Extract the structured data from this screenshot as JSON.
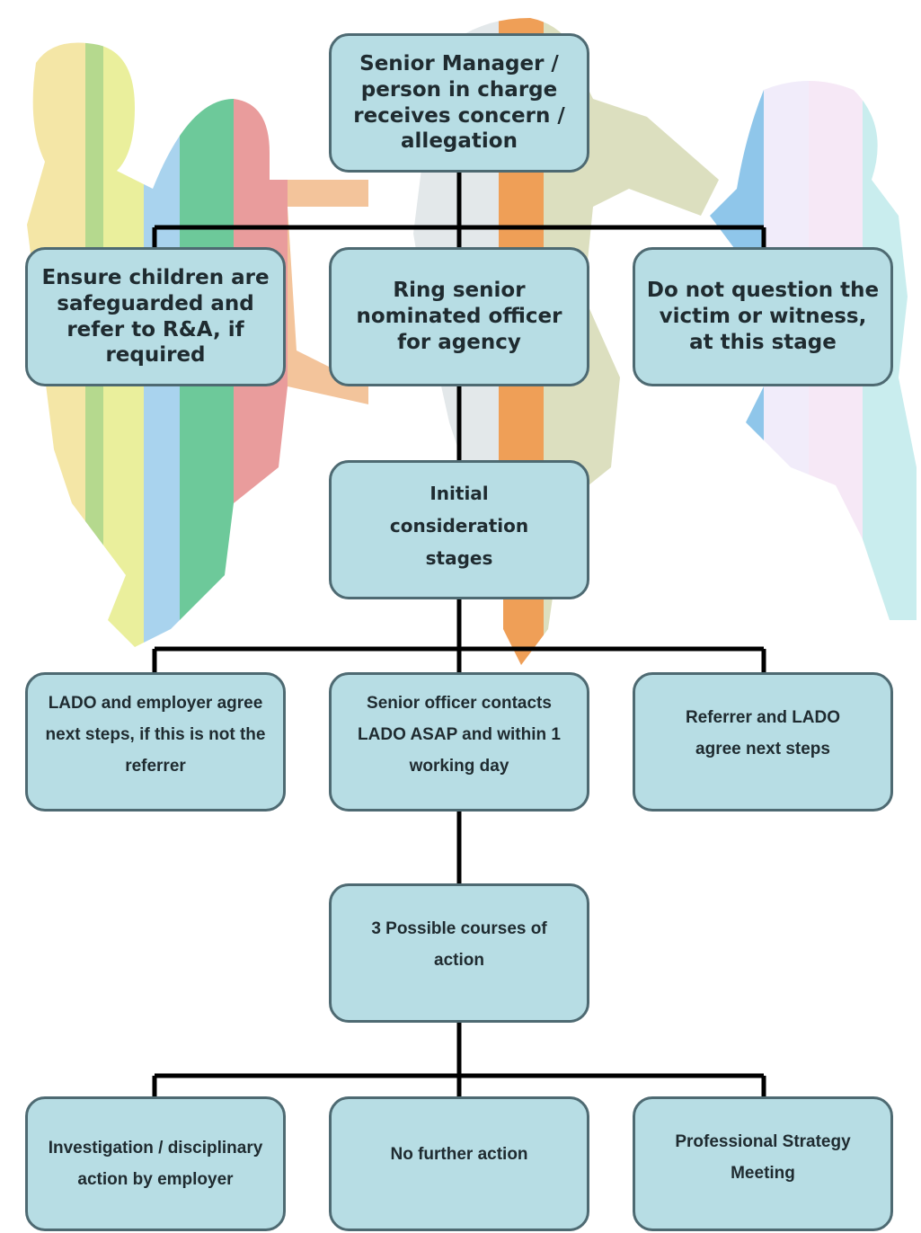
{
  "colors": {
    "box_fill": "#b7dde4",
    "box_border": "#4e6a72",
    "connector": "#000000"
  },
  "nodes": {
    "senior_manager": "Senior Manager / person in charge receives concern / allegation",
    "ensure_children": "Ensure children are safeguarded and refer to R&A, if required",
    "ring_senior": "Ring senior nominated officer for agency",
    "do_not_question": "Do not question the victim or witness, at this stage",
    "initial_consideration": "Initial consideration stages",
    "lado_employer": "LADO and employer agree next steps, if this is not the referrer",
    "senior_officer_contacts": "Senior officer contacts LADO ASAP and within 1 working day",
    "referrer_lado": "Referrer and LADO agree next steps",
    "possible_courses": "3 Possible courses of action",
    "investigation": "Investigation / disciplinary action by employer",
    "no_further_action": "No further action",
    "strategy_meeting": "Professional Strategy Meeting"
  }
}
